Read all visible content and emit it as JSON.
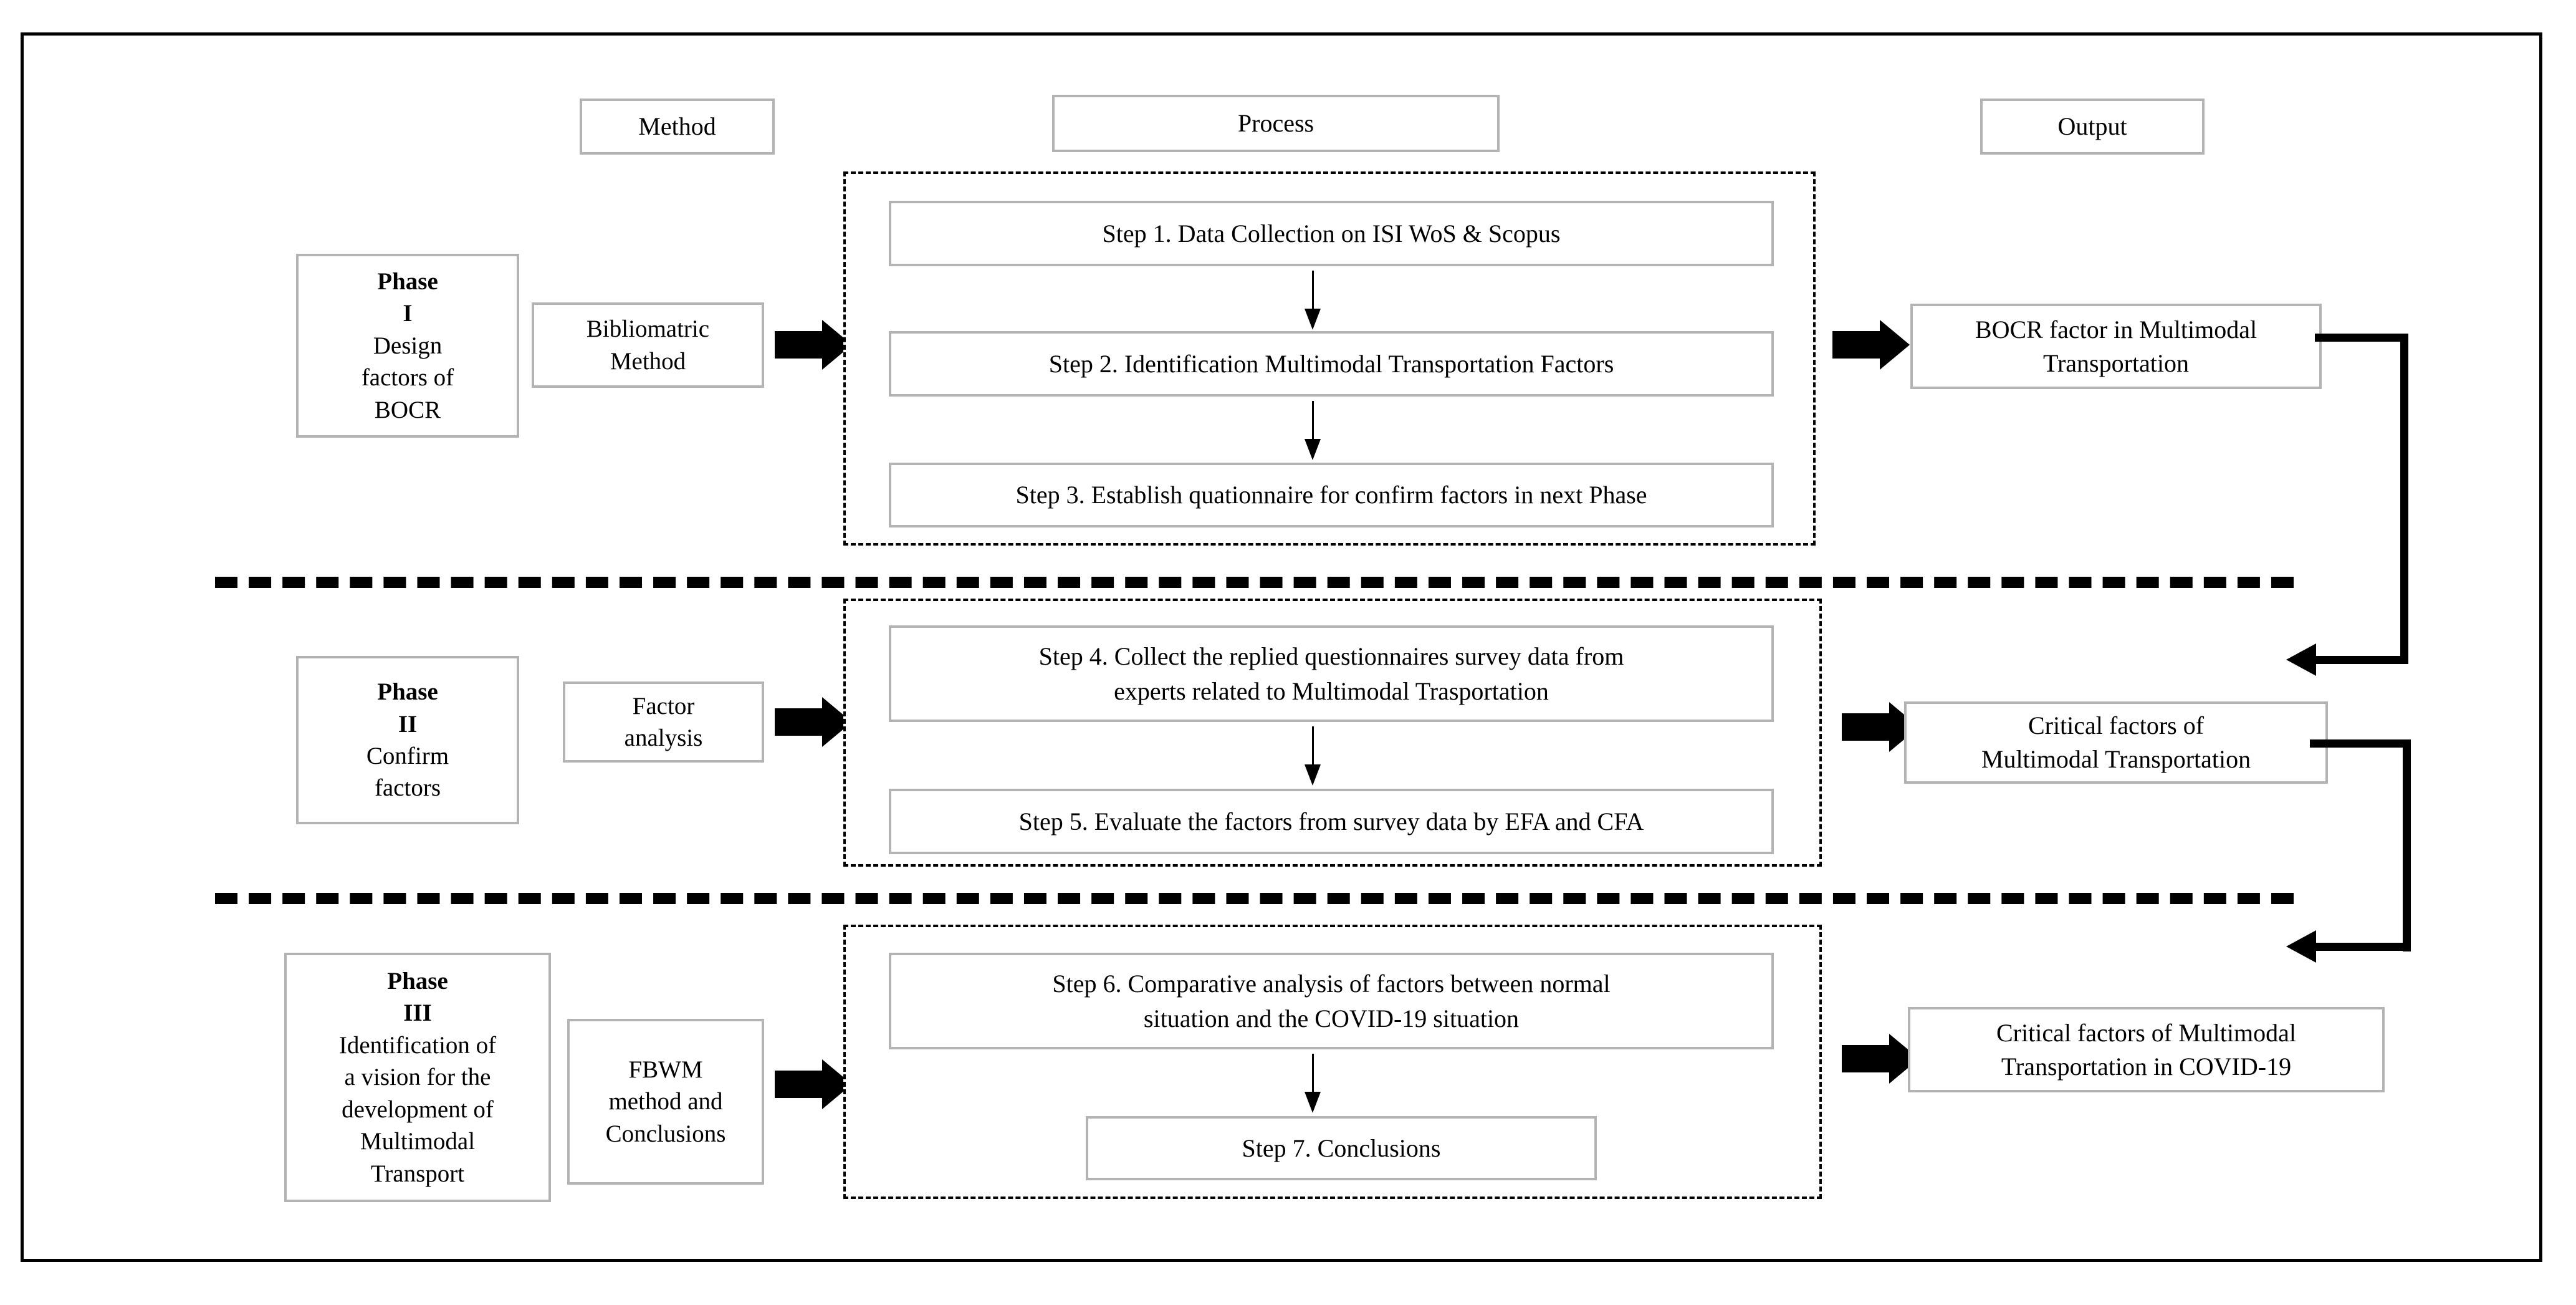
{
  "figure": {
    "columns": {
      "method": "Method",
      "process": "Process",
      "output": "Output"
    },
    "phases": [
      {
        "id": "phase-1",
        "title": "Phase",
        "numeral": "I",
        "description": "Design\nfactors of\nBOCR",
        "method": "Bibliomatric\nMethod",
        "steps": [
          "Step 1. Data Collection on ISI WoS & Scopus",
          "Step 2. Identification Multimodal Transportation Factors",
          "Step 3. Establish quationnaire for confirm factors in next Phase"
        ],
        "output": "BOCR factor in Multimodal\nTransportation"
      },
      {
        "id": "phase-2",
        "title": "Phase",
        "numeral": "II",
        "description": "Confirm\nfactors",
        "method": "Factor\nanalysis",
        "steps": [
          "Step 4. Collect the replied questionnaires  survey data from\nexperts related to Multimodal  Trasportation",
          "Step 5. Evaluate the factors from survey data by EFA and CFA"
        ],
        "output": "Critical factors of\nMultimodal  Transportation"
      },
      {
        "id": "phase-3",
        "title": "Phase",
        "numeral": "III",
        "description": "Identification of\na vision for the\ndevelopment of\nMultimodal\nTransport",
        "method": "FBWM\nmethod and\nConclusions",
        "steps": [
          "Step 6. Comparative analysis of factors between normal\nsituation and the COVID-19 situation",
          "Step 7. Conclusions"
        ],
        "output": "Critical factors of  Multimodal\nTransportation in COVID-19"
      }
    ],
    "colors": {
      "box_border": "#b3b3b3",
      "frame": "#000000",
      "arrow": "#000000",
      "background": "#ffffff"
    }
  }
}
